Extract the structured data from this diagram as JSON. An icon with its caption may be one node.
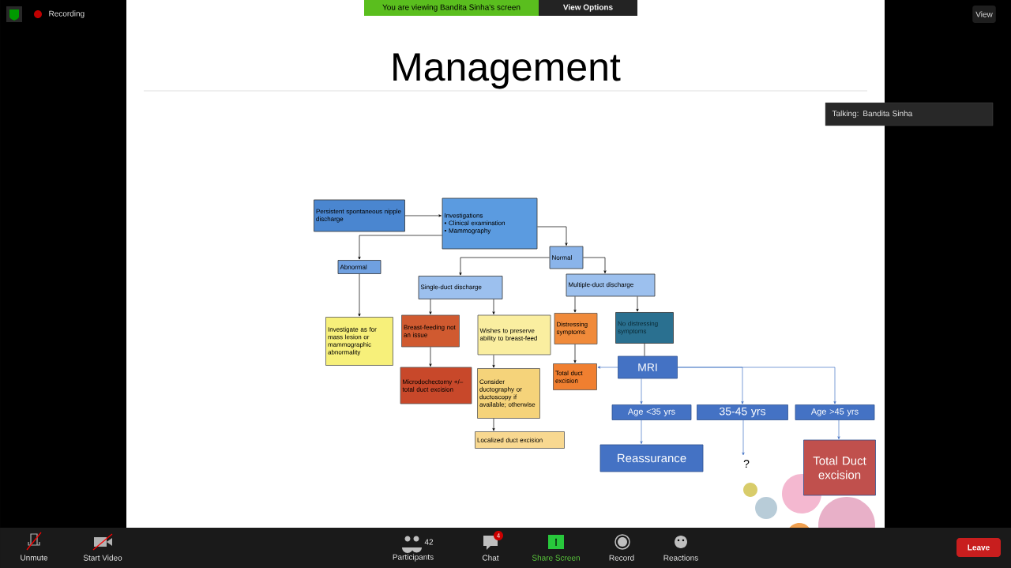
{
  "diagram": {
    "title": "Management",
    "nodes": [
      {
        "text": [
          "Persistent spontaneous nipple discharge"
        ]
      },
      {
        "text": [
          "Investigations",
          "• Clinical examination",
          "• Mammography"
        ]
      },
      {
        "text": [
          "Abnormal"
        ]
      },
      {
        "text": [
          "Normal"
        ]
      },
      {
        "text": [
          "Single-duct discharge"
        ]
      },
      {
        "text": [
          "Multiple-duct discharge"
        ]
      },
      {
        "text": [
          "Investigate as for mass lesion or mammographic abnormality"
        ]
      },
      {
        "text": [
          "Breast-feeding not an issue"
        ]
      },
      {
        "text": [
          "Wishes to preserve ability to breast-feed"
        ]
      },
      {
        "text": [
          "Distressing symptoms"
        ]
      },
      {
        "text": [
          "No distressing symptoms"
        ]
      },
      {
        "text": [
          "Microdochectomy +/– total duct excision"
        ]
      },
      {
        "text": [
          "Consider ductography or ductoscopy if available; otherwise"
        ]
      },
      {
        "text": [
          "Localized duct excision"
        ]
      },
      {
        "text": [
          "Total duct excision"
        ]
      },
      {
        "text": [
          "MRI"
        ]
      },
      {
        "text": [
          "Age <35 yrs"
        ]
      },
      {
        "text": [
          "35-45 yrs"
        ]
      },
      {
        "text": [
          "Age >45 yrs"
        ]
      },
      {
        "text": [
          "Reassurance"
        ]
      },
      {
        "text": [
          "?"
        ]
      },
      {
        "text": [
          "Total Duct excision"
        ]
      }
    ],
    "edges": [
      {
        "from": 0,
        "to": 1,
        "arrow": "to"
      },
      {
        "from": 1,
        "to": 2,
        "arrow": "to"
      },
      {
        "from": 1,
        "to": 3,
        "arrow": "to"
      },
      {
        "from": 3,
        "to": 4,
        "arrow": "to"
      },
      {
        "from": 3,
        "to": 5,
        "arrow": "to"
      },
      {
        "from": 2,
        "to": 6,
        "arrow": "to"
      },
      {
        "from": 4,
        "to": 7,
        "arrow": "to"
      },
      {
        "from": 4,
        "to": 8,
        "arrow": "to"
      },
      {
        "from": 5,
        "to": 9,
        "arrow": "to"
      },
      {
        "from": 5,
        "to": 10,
        "arrow": "to"
      },
      {
        "from": 7,
        "to": 11,
        "arrow": "to"
      },
      {
        "from": 8,
        "to": 12,
        "arrow": "to"
      },
      {
        "from": 12,
        "to": 13,
        "arrow": "to"
      },
      {
        "from": 9,
        "to": 14,
        "arrow": "to"
      },
      {
        "from": 10,
        "to": 15,
        "arrow": "none"
      },
      {
        "from": 15,
        "to": 14,
        "arrow": "to",
        "color": "#4472c4"
      },
      {
        "from": 15,
        "to": 16,
        "arrow": "to",
        "color": "#4472c4"
      },
      {
        "from": 15,
        "to": 17,
        "arrow": "to",
        "color": "#4472c4"
      },
      {
        "from": 15,
        "to": 18,
        "arrow": "to",
        "color": "#4472c4"
      },
      {
        "from": 16,
        "to": 19,
        "arrow": "to",
        "color": "#4472c4"
      },
      {
        "from": 17,
        "to": 20,
        "arrow": "to",
        "color": "#4472c4"
      },
      {
        "from": 18,
        "to": 21,
        "arrow": "to",
        "color": "#4472c4"
      }
    ],
    "labels": [
      "Recording",
      "You are viewing Bandita Sinha's screen",
      "View Options",
      "View",
      "Talking: Bandita Sinha",
      "Unmute",
      "Start Video",
      "42",
      "Participants",
      "4",
      "Chat",
      "Share Screen",
      "Record",
      "Reactions",
      "Leave"
    ]
  }
}
